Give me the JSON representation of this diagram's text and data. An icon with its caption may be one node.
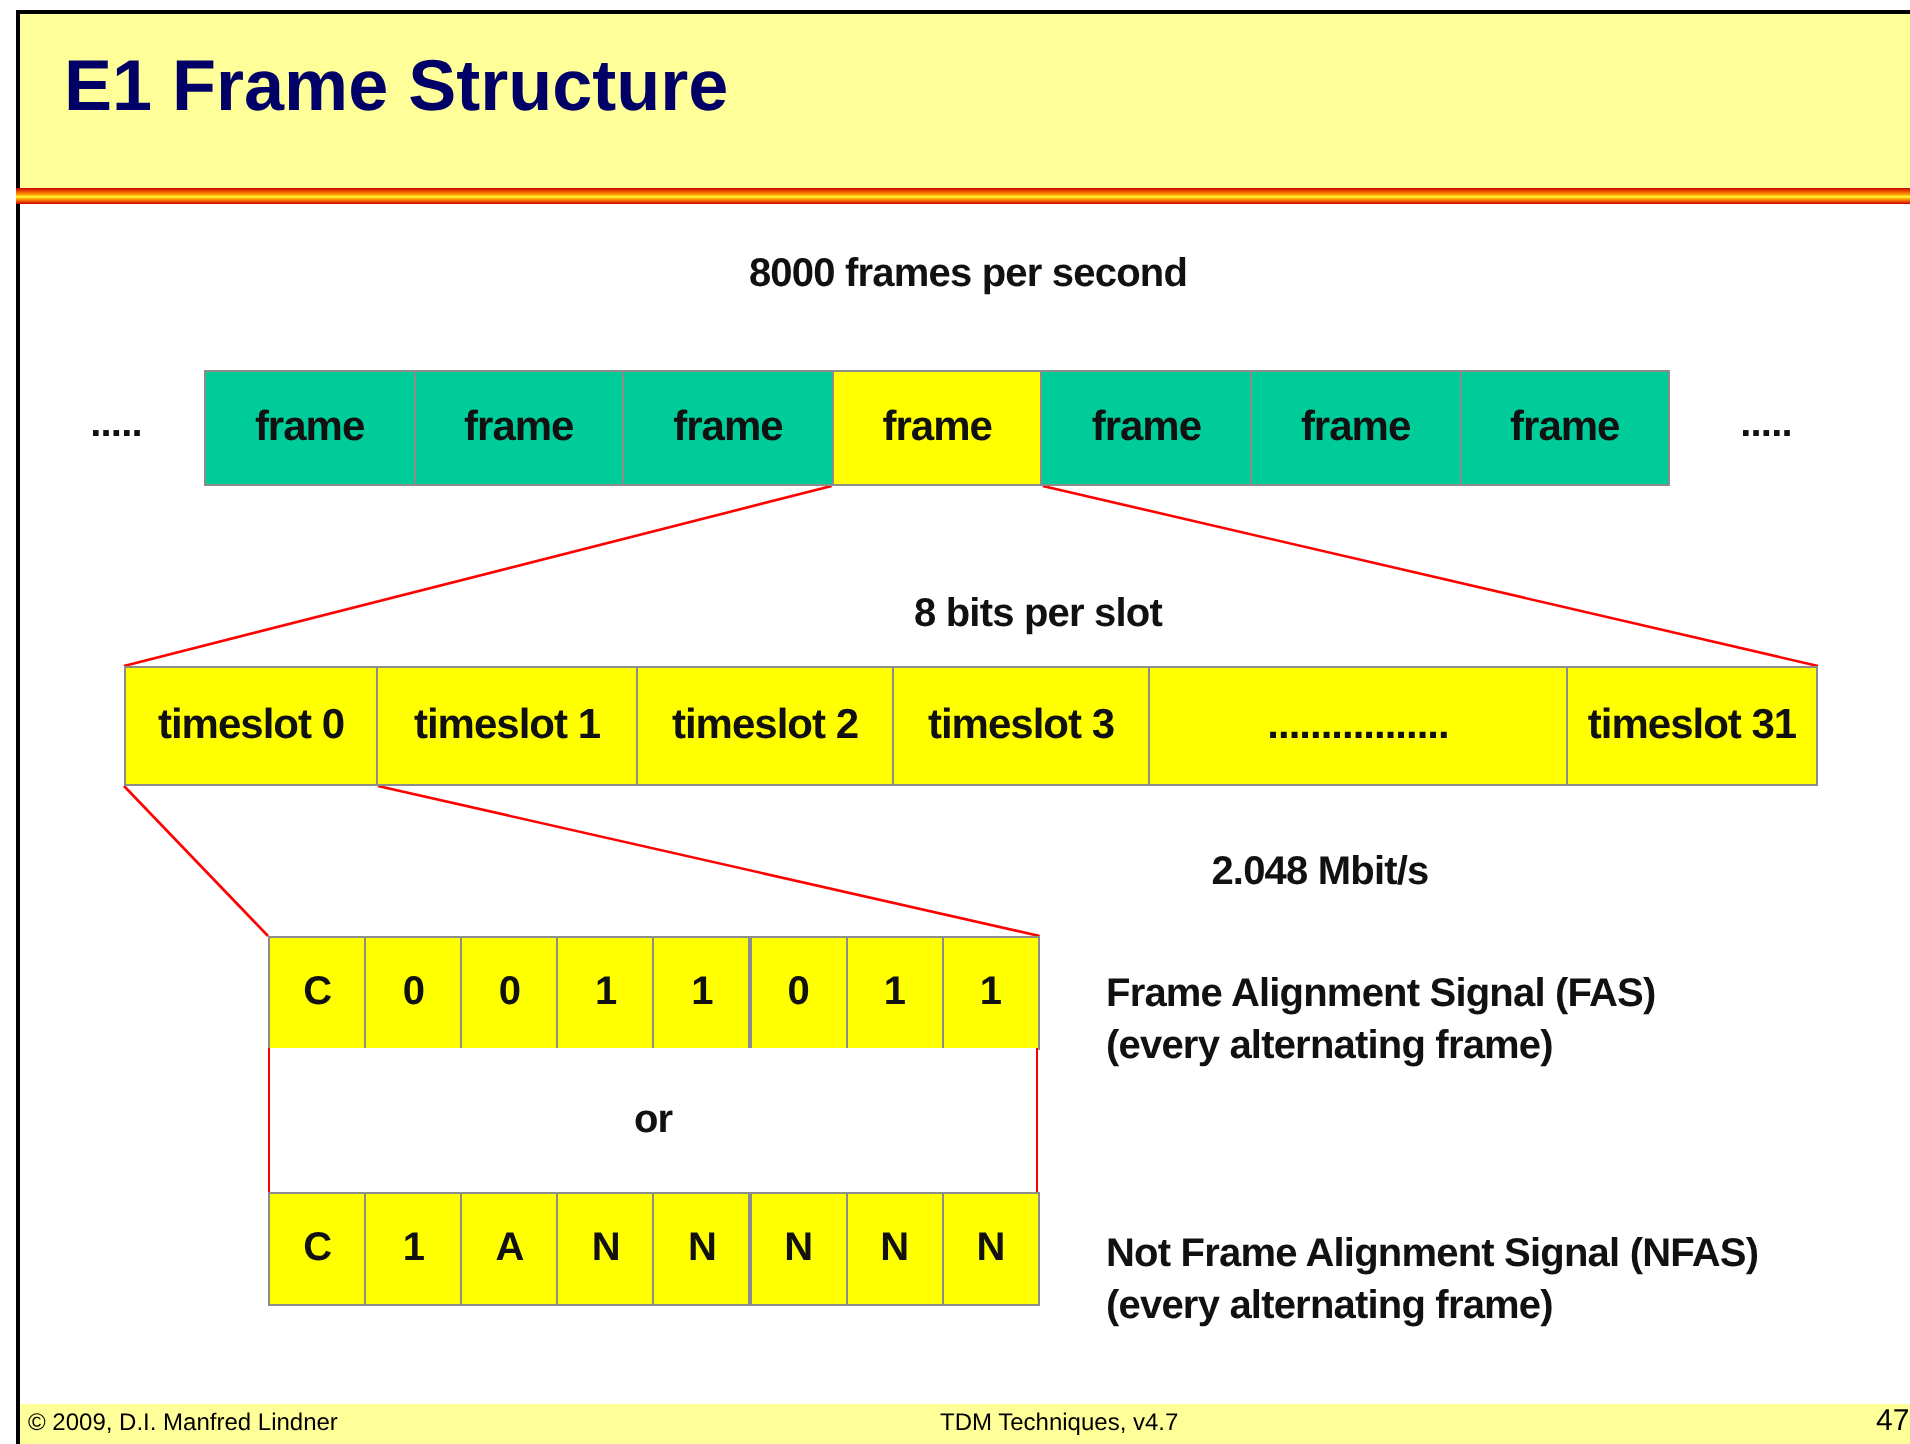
{
  "diagram": {
    "title": "E1 Frame Structure",
    "nodes": [
      {
        "text": [
          "frame"
        ]
      },
      {
        "text": [
          "frame"
        ]
      },
      {
        "text": [
          "frame"
        ]
      },
      {
        "text": [
          "frame"
        ]
      },
      {
        "text": [
          "frame"
        ]
      },
      {
        "text": [
          "frame"
        ]
      },
      {
        "text": [
          "frame"
        ]
      },
      {
        "text": [
          "timeslot 0"
        ]
      },
      {
        "text": [
          "timeslot 1"
        ]
      },
      {
        "text": [
          "timeslot 2"
        ]
      },
      {
        "text": [
          "timeslot 3"
        ]
      },
      {
        "text": [
          "................."
        ]
      },
      {
        "text": [
          "timeslot 31"
        ]
      },
      {
        "text": [
          "C"
        ]
      },
      {
        "text": [
          "0"
        ]
      },
      {
        "text": [
          "0"
        ]
      },
      {
        "text": [
          "1"
        ]
      },
      {
        "text": [
          "1"
        ]
      },
      {
        "text": [
          "0"
        ]
      },
      {
        "text": [
          "1"
        ]
      },
      {
        "text": [
          "1"
        ]
      },
      {
        "text": [
          "or"
        ]
      },
      {
        "text": [
          "C"
        ]
      },
      {
        "text": [
          "1"
        ]
      },
      {
        "text": [
          "A"
        ]
      },
      {
        "text": [
          "N"
        ]
      },
      {
        "text": [
          "N"
        ]
      },
      {
        "text": [
          "N"
        ]
      },
      {
        "text": [
          "N"
        ]
      },
      {
        "text": [
          "N"
        ]
      }
    ],
    "edges": [
      {
        "from": 3,
        "to": 7,
        "arrow": "none"
      },
      {
        "from": 3,
        "to": 12,
        "arrow": "none"
      },
      {
        "from": 7,
        "to": 13,
        "arrow": "none"
      },
      {
        "from": 7,
        "to": 20,
        "arrow": "none"
      }
    ],
    "labels": [
      "8000 frames per second",
      ".....",
      ".....",
      "8 bits per slot",
      "2.048 Mbit/s",
      "Frame Alignment Signal (FAS) (every alternating frame)",
      "Not Frame Alignment Signal (NFAS) (every alternating frame)",
      "© 2009, D.I. Manfred Lindner",
      "TDM Techniques, v4.7",
      "47"
    ]
  }
}
